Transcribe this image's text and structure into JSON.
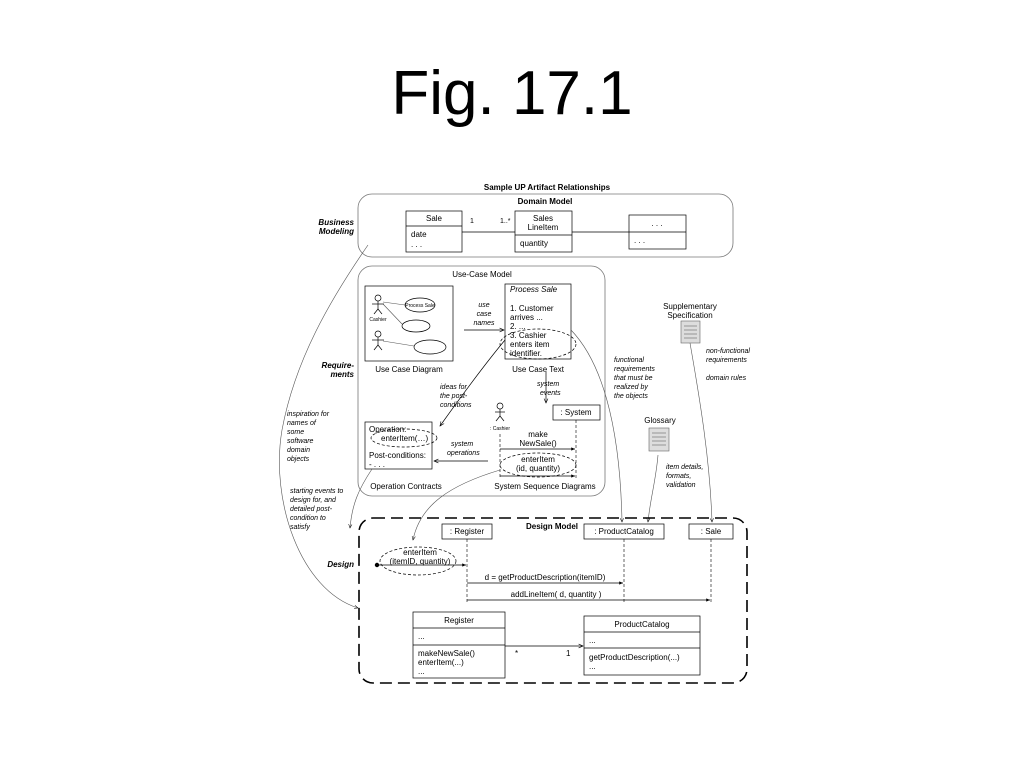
{
  "slide_title": "Fig. 17.1",
  "diagram_title": "Sample UP Artifact Relationships",
  "disciplines": {
    "business_line1": "Business",
    "business_line2": "Modeling",
    "req_line1": "Require-",
    "req_line2": "ments",
    "design": "Design"
  },
  "domain_model": {
    "title": "Domain Model",
    "sale_name": "Sale",
    "sale_attr1": "date",
    "sale_attr2": ". . .",
    "mult_left": "1",
    "mult_right": "1..*",
    "sli_name1": "Sales",
    "sli_name2": "LineItem",
    "sli_attr": "quantity",
    "other_name": ". . .",
    "other_attr": ". . ."
  },
  "use_case_model": {
    "title": "Use-Case Model",
    "uc_oval": "Process Sale",
    "actor": "Cashier",
    "diagram_label": "Use Case Diagram",
    "use_case_names": [
      "use",
      "case",
      "names"
    ],
    "text_title": "Process Sale",
    "text_lines": [
      "1. Customer",
      "arrives ...",
      "2. ...",
      "3. Cashier",
      "enters item",
      "identifier."
    ],
    "text_label": "Use Case Text",
    "ideas_note": [
      "ideas for",
      "the post-",
      "conditions"
    ],
    "system_events_note": [
      "system",
      "events"
    ],
    "ssd_system": ": System",
    "ssd_actor": ": Cashier",
    "ssd_msg1_line1": "make",
    "ssd_msg1_line2": "NewSale()",
    "ssd_msg2_line1": "enterItem",
    "ssd_msg2_line2": "(id, quantity)",
    "ssd_label": "System Sequence Diagrams",
    "sys_ops_note": [
      "system",
      "operations"
    ],
    "op_line1": "Operation:",
    "op_name": "enterItem(…)",
    "op_post": "Post-conditions:",
    "op_post_val": "- . . .",
    "contracts_label": "Operation Contracts"
  },
  "supplementary": {
    "title_line1": "Supplementary",
    "title_line2": "Specification",
    "note": [
      "non-functional",
      "requirements",
      "",
      "domain rules"
    ]
  },
  "glossary": {
    "title": "Glossary",
    "note": [
      "item details,",
      "formats,",
      "validation"
    ]
  },
  "notes": {
    "inspiration": [
      "inspiration for",
      "names of",
      "some",
      "software",
      "domain",
      "objects"
    ],
    "functional": [
      "functional",
      "requirements",
      "that must be",
      "realized by",
      "the objects"
    ],
    "starting_events": [
      "starting events to",
      "design for, and",
      "detailed post-",
      "condition to",
      "satisfy"
    ]
  },
  "design_model": {
    "title": "Design Model",
    "register_lifeline": ": Register",
    "catalog_lifeline": ": ProductCatalog",
    "sale_lifeline": ": Sale",
    "found_msg_line1": "enterItem",
    "found_msg_line2": "(itemID, quantity)",
    "msg1": "d = getProductDescription(itemID)",
    "msg2": "addLineItem( d, quantity )",
    "reg_class_name": "Register",
    "reg_attr": "...",
    "reg_op1": "makeNewSale()",
    "reg_op2": "enterItem(...)",
    "reg_op3": "...",
    "mult_star": "*",
    "mult_one": "1",
    "cat_class_name": "ProductCatalog",
    "cat_attr": "...",
    "cat_op1": "getProductDescription(...)",
    "cat_op2": "..."
  }
}
